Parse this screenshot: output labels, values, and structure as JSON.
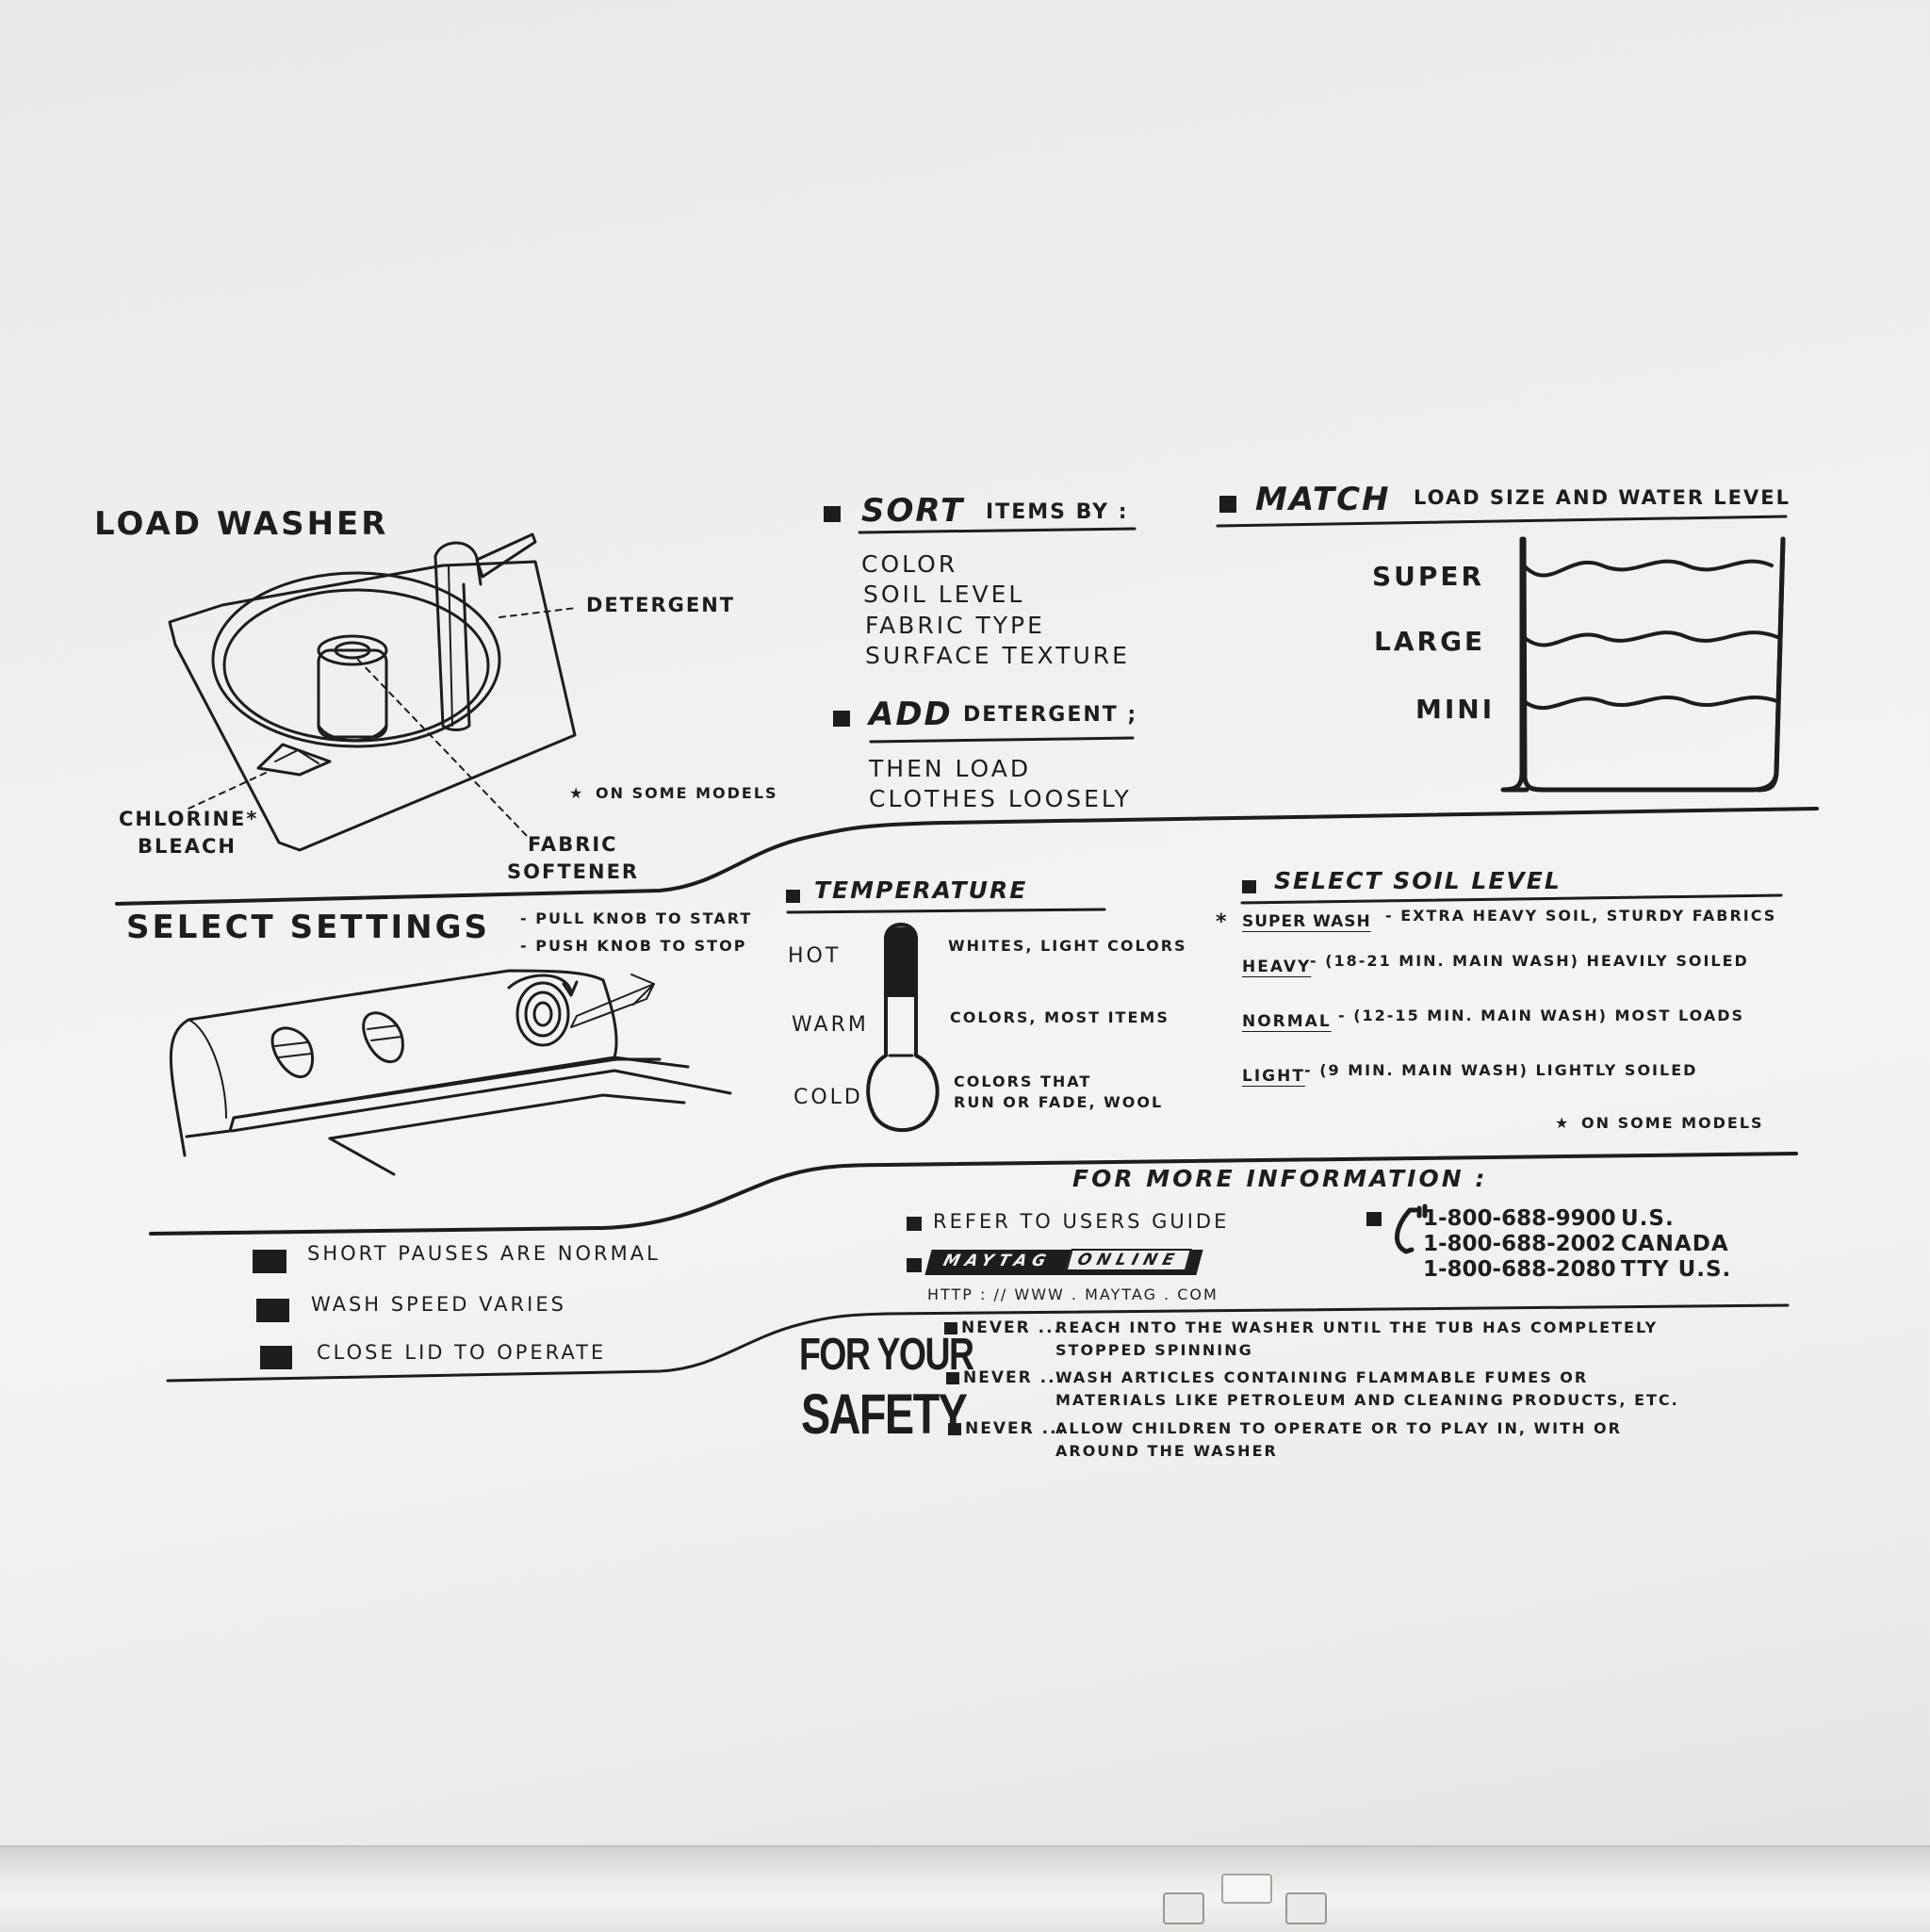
{
  "load_washer": {
    "title": "LOAD WASHER",
    "detergent": "DETERGENT",
    "chlorine_line1": "CHLORINE*",
    "chlorine_line2": "BLEACH",
    "fabric_line1": "FABRIC",
    "fabric_line2": "SOFTENER",
    "footnote": "ON SOME MODELS"
  },
  "sort": {
    "heading": "SORT",
    "subheading": "ITEMS BY :",
    "items": [
      "COLOR",
      "SOIL LEVEL",
      "FABRIC TYPE",
      "SURFACE TEXTURE"
    ]
  },
  "add": {
    "heading": "ADD",
    "subheading": "DETERGENT ;",
    "line1": "THEN LOAD",
    "line2": "CLOTHES LOOSELY"
  },
  "match": {
    "heading": "MATCH",
    "subheading": "LOAD SIZE AND WATER LEVEL",
    "levels": [
      "SUPER",
      "LARGE",
      "MINI"
    ]
  },
  "select_settings": {
    "title": "SELECT SETTINGS",
    "note1": "- PULL KNOB TO START",
    "note2": "- PUSH KNOB TO STOP"
  },
  "temperature": {
    "heading": "TEMPERATURE",
    "rows": [
      {
        "label": "HOT",
        "desc": "WHITES, LIGHT COLORS"
      },
      {
        "label": "WARM",
        "desc": "COLORS, MOST ITEMS"
      },
      {
        "label": "COLD",
        "desc_line1": "COLORS THAT",
        "desc_line2": "RUN OR FADE, WOOL"
      }
    ]
  },
  "soil": {
    "heading": "SELECT SOIL LEVEL",
    "rows": [
      {
        "star": "*",
        "name": "SUPER WASH",
        "desc": "- EXTRA HEAVY SOIL, STURDY FABRICS"
      },
      {
        "name": "HEAVY",
        "desc": "- (18-21 MIN. MAIN WASH) HEAVILY SOILED"
      },
      {
        "name": "NORMAL",
        "desc": "- (12-15 MIN. MAIN WASH) MOST LOADS"
      },
      {
        "name": "LIGHT",
        "desc": "- (9 MIN. MAIN WASH) LIGHTLY SOILED"
      }
    ],
    "footnote": "ON SOME MODELS"
  },
  "notes": [
    "SHORT PAUSES ARE NORMAL",
    "WASH SPEED VARIES",
    "CLOSE LID TO OPERATE"
  ],
  "more_info": {
    "heading": "FOR MORE INFORMATION :",
    "guide": "REFER TO USERS GUIDE",
    "brand": "MAYTAG",
    "online": "ONLINE",
    "url": "HTTP : // WWW . MAYTAG . COM",
    "phones": [
      {
        "number": "1-800-688-9900",
        "region": "U.S."
      },
      {
        "number": "1-800-688-2002",
        "region": "CANADA"
      },
      {
        "number": "1-800-688-2080",
        "region": "TTY U.S."
      }
    ]
  },
  "safety": {
    "title_line1": "FOR YOUR",
    "title_line2": "SAFETY",
    "items": [
      {
        "prefix": "NEVER ...",
        "line1": "REACH INTO THE WASHER UNTIL THE TUB HAS COMPLETELY",
        "line2": "STOPPED SPINNING"
      },
      {
        "prefix": "NEVER ...",
        "line1": "WASH ARTICLES CONTAINING FLAMMABLE FUMES OR",
        "line2": "MATERIALS LIKE PETROLEUM AND CLEANING PRODUCTS, ETC."
      },
      {
        "prefix": "NEVER ...",
        "line1": "ALLOW CHILDREN TO OPERATE OR TO PLAY IN, WITH OR",
        "line2": "AROUND THE WASHER"
      }
    ]
  },
  "colors": {
    "ink": "#1d1d1f",
    "panel": "#eef0ef"
  }
}
